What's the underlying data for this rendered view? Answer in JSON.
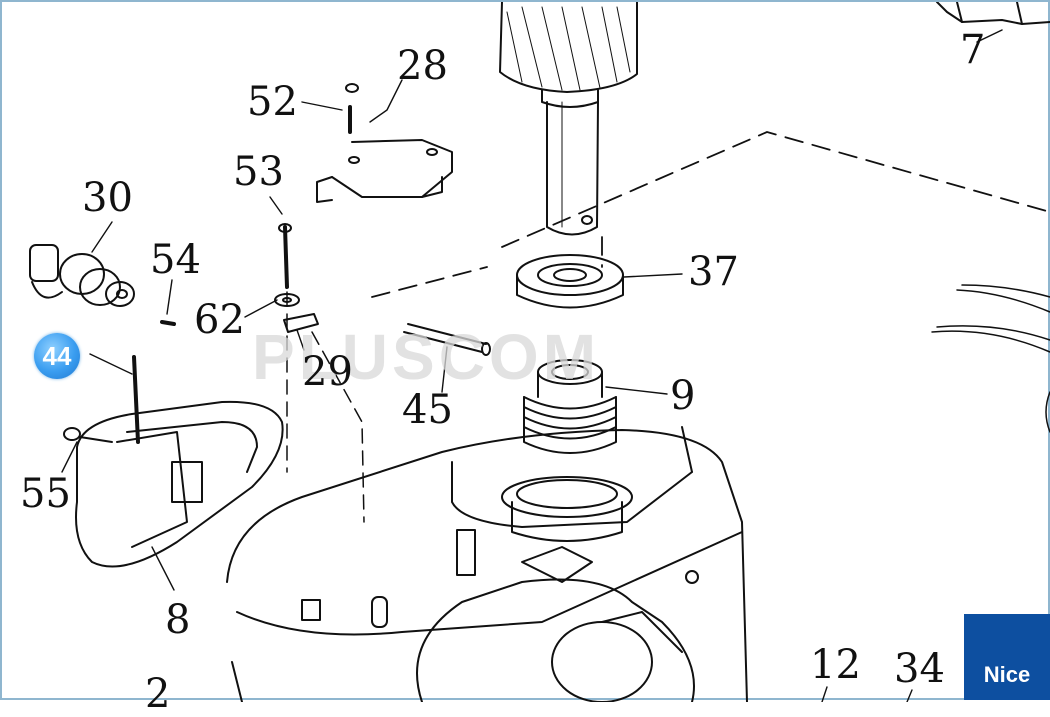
{
  "watermark": "PLUSCOM",
  "brand_logo": "Nice",
  "highlight_badge": "44",
  "part_labels": {
    "p7": "7",
    "p28": "28",
    "p52": "52",
    "p53": "53",
    "p30": "30",
    "p54": "54",
    "p62": "62",
    "p29": "29",
    "p37": "37",
    "p9": "9",
    "p45": "45",
    "p55": "55",
    "p8": "8",
    "p12": "12",
    "p34": "34",
    "p2": "2"
  },
  "colors": {
    "frame": "#8fb6cf",
    "badge": "#3a9df0",
    "brand_bg": "#0d4fa0"
  }
}
